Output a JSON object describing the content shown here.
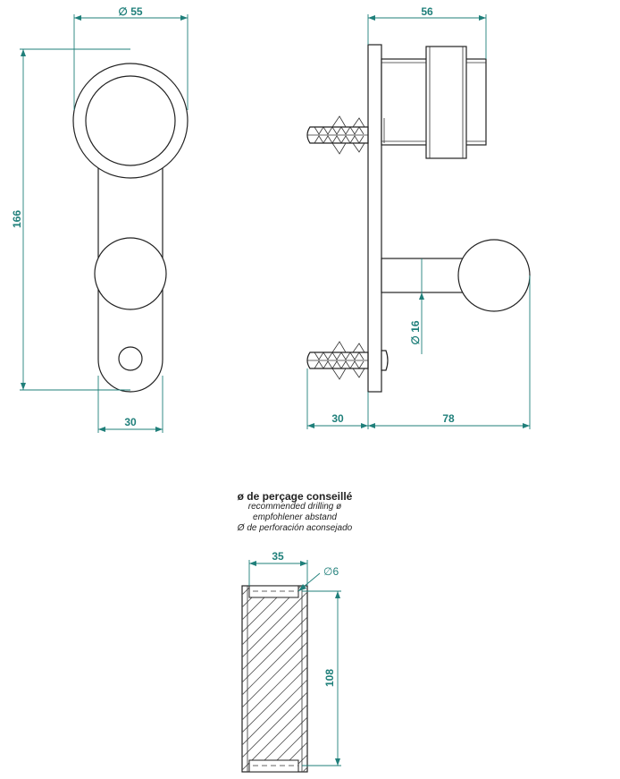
{
  "dimensions": {
    "front_diameter": "∅ 55",
    "front_height": "166",
    "front_width": "30",
    "side_depth_top": "56",
    "side_rod_diameter": "∅ 16",
    "side_plug_length": "30",
    "side_projection": "78",
    "drill_spacing": "35",
    "drill_diameter": "∅6",
    "drill_height": "108"
  },
  "drilling_note": {
    "fr": "ø de perçage conseillé",
    "en": "recommended drilling ø",
    "de": "empfohlener abstand",
    "es": "Ø de perforación aconsejado"
  }
}
